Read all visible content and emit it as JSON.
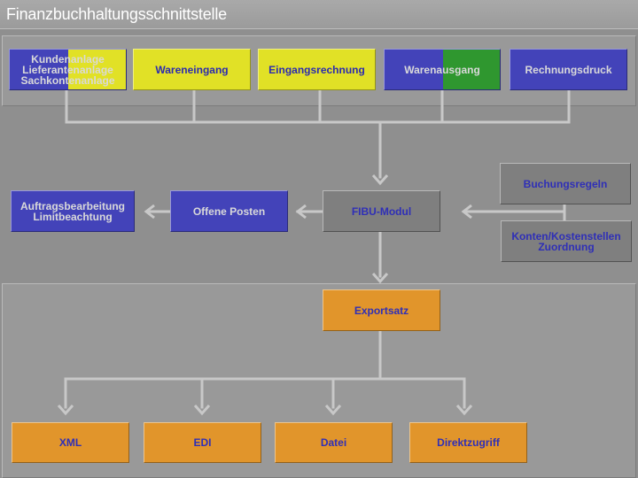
{
  "title": "Finanzbuchhaltungsschnittstelle",
  "top_row": {
    "stammdaten": {
      "line1": "Kundenanlage",
      "line2": "Lieferantenanlage",
      "line3": "Sachkontenanlage"
    },
    "wareneingang": "Wareneingang",
    "eingangsrechnung": "Eingangsrechnung",
    "warenausgang": "Warenausgang",
    "rechnungsdruck": "Rechnungsdruck"
  },
  "middle_row": {
    "auftragsbearbeitung": {
      "line1": "Auftragsbearbeitung",
      "line2": "Limitbeachtung"
    },
    "offene_posten": "Offene Posten",
    "fibu_modul": "FIBU-Modul",
    "buchungsregeln": "Buchungsregeln",
    "konten": {
      "line1": "Konten/Kostenstellen",
      "line2": "Zuordnung"
    }
  },
  "bottom_row": {
    "exportsatz": "Exportsatz",
    "xml": "XML",
    "edi": "EDI",
    "datei": "Datei",
    "direktzugriff": "Direktzugriff"
  },
  "colors": {
    "background": "#8f8f8f",
    "panel": "#999999",
    "blue": "#4343b9",
    "yellow": "#e1e126",
    "green": "#2f972f",
    "gray_box": "#7f7f7f",
    "orange": "#e1952b",
    "connector": "#c8c8c8"
  }
}
